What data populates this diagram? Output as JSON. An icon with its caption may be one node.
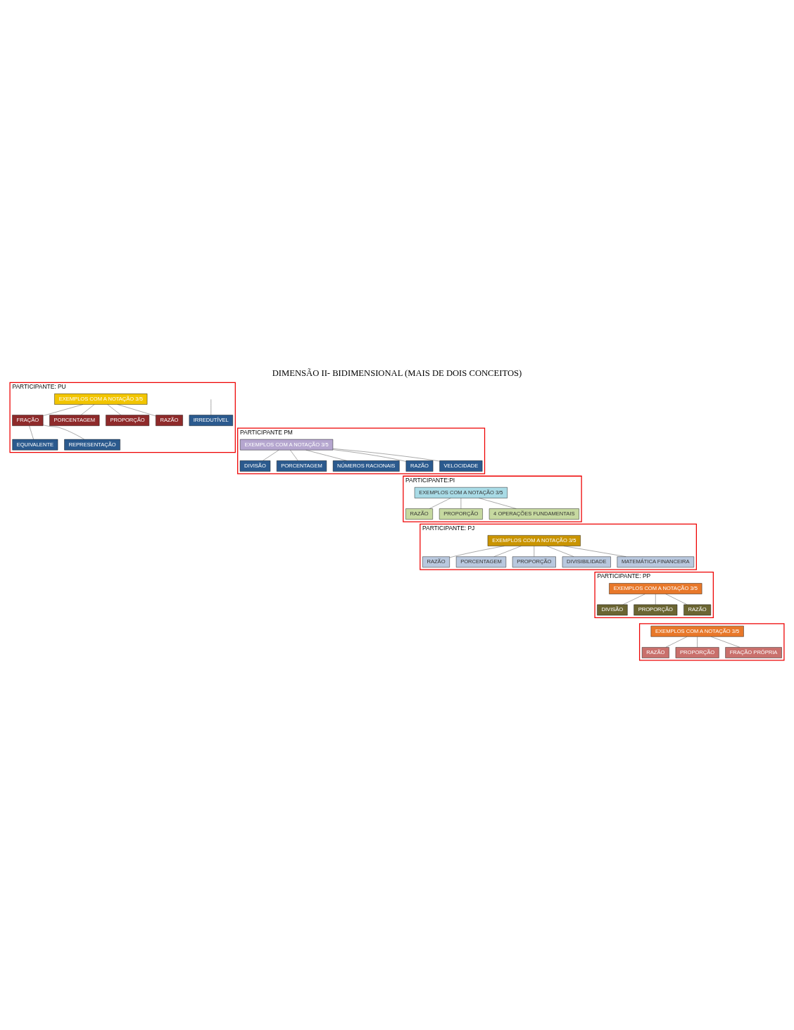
{
  "diagram": {
    "title": "DIMENSÃO II- BIDIMENSIONAL (MAIS DE DOIS CONCEITOS)",
    "nodes": [
      {
        "text": [
          "PARTICIPANTE: PU"
        ]
      },
      {
        "text": [
          "EXEMPLOS COM A NOTAÇÃO 3/5"
        ],
        "in": 0
      },
      {
        "text": [
          "RAZÃO"
        ],
        "in": 0
      },
      {
        "text": [
          "FRAÇÃO"
        ],
        "in": 0
      },
      {
        "text": [
          "PORCENTAGEM"
        ],
        "in": 0
      },
      {
        "text": [
          "PROPORÇÃO"
        ],
        "in": 0
      },
      {
        "text": [
          "EQUIVALENTE"
        ],
        "in": 0
      },
      {
        "text": [
          "REPRESENTAÇÃO"
        ],
        "in": 0
      },
      {
        "text": [
          "IRREDUTÍVEL"
        ],
        "in": 0
      },
      {
        "text": [
          "PARTICIPANTE PM"
        ]
      },
      {
        "text": [
          "EXEMPLOS COM A NOTAÇÃO 3/5"
        ],
        "in": 9
      },
      {
        "text": [
          "DIVISÃO"
        ],
        "in": 9
      },
      {
        "text": [
          "PORCENTAGEM"
        ],
        "in": 9
      },
      {
        "text": [
          "NÚMEROS RACIONAIS"
        ],
        "in": 9
      },
      {
        "text": [
          "RAZÃO"
        ],
        "in": 9
      },
      {
        "text": [
          "VELOCIDADE"
        ],
        "in": 9
      },
      {
        "text": [
          "PARTICIPANTE:PI"
        ]
      },
      {
        "text": [
          "EXEMPLOS COM A NOTAÇÃO 3/5"
        ],
        "in": 16
      },
      {
        "text": [
          "RAZÃO"
        ],
        "in": 16
      },
      {
        "text": [
          "PROPORÇÃO"
        ],
        "in": 16
      },
      {
        "text": [
          "4 OPERAÇÕES FUNDAMENTAIS"
        ],
        "in": 16
      },
      {
        "text": [
          "PARTICIPANTE: PJ"
        ]
      },
      {
        "text": [
          "EXEMPLOS COM A NOTAÇÃO 3/5"
        ],
        "in": 21
      },
      {
        "text": [
          "RAZÃO"
        ],
        "in": 21
      },
      {
        "text": [
          "PORCENTAGEM"
        ],
        "in": 21
      },
      {
        "text": [
          "PROPORÇÃO"
        ],
        "in": 21
      },
      {
        "text": [
          "DIVISIBILIDADE"
        ],
        "in": 21
      },
      {
        "text": [
          "MATEMÁTICA FINANCEIRA"
        ],
        "in": 21
      },
      {
        "text": [
          "PARTICIPANTE: PP"
        ]
      },
      {
        "text": [
          "EXEMPLOS COM A NOTAÇÃO 3/5"
        ],
        "in": 28
      },
      {
        "text": [
          "DIVISÃO"
        ],
        "in": 28
      },
      {
        "text": [
          "PROPORÇÃO"
        ],
        "in": 28
      },
      {
        "text": [
          "RAZÃO"
        ],
        "in": 28
      },
      {
        "text": [],
        "shape": "box"
      },
      {
        "text": [
          "EXEMPLOS COM A NOTAÇÃO 3/5"
        ],
        "in": 33
      },
      {
        "text": [
          "RAZÃO"
        ],
        "in": 33
      },
      {
        "text": [
          "PROPORÇÃO"
        ],
        "in": 33
      },
      {
        "text": [
          "FRAÇÃO PRÓPRIA"
        ],
        "in": 33
      }
    ],
    "edges": [
      {
        "from": 1,
        "to": 2,
        "arrow": "none"
      },
      {
        "from": 1,
        "to": 3,
        "arrow": "none"
      },
      {
        "from": 1,
        "to": 4,
        "arrow": "none"
      },
      {
        "from": 1,
        "to": 5,
        "arrow": "none"
      },
      {
        "from": 3,
        "to": 6,
        "arrow": "none"
      },
      {
        "from": 3,
        "to": 7,
        "arrow": "none"
      },
      {
        "from": null,
        "to": 8,
        "arrow": "none"
      },
      {
        "from": 10,
        "to": 11,
        "arrow": "none"
      },
      {
        "from": 10,
        "to": 12,
        "arrow": "none"
      },
      {
        "from": 10,
        "to": 13,
        "arrow": "none"
      },
      {
        "from": 10,
        "to": 14,
        "arrow": "none"
      },
      {
        "from": 10,
        "to": 15,
        "arrow": "none"
      },
      {
        "from": 17,
        "to": 18,
        "arrow": "none"
      },
      {
        "from": 17,
        "to": 19,
        "arrow": "none"
      },
      {
        "from": 17,
        "to": 20,
        "arrow": "none"
      },
      {
        "from": 22,
        "to": 23,
        "arrow": "none"
      },
      {
        "from": 22,
        "to": 24,
        "arrow": "none"
      },
      {
        "from": 22,
        "to": 25,
        "arrow": "none"
      },
      {
        "from": 22,
        "to": 26,
        "arrow": "none"
      },
      {
        "from": 22,
        "to": 27,
        "arrow": "none"
      },
      {
        "from": 29,
        "to": 30,
        "arrow": "none"
      },
      {
        "from": 29,
        "to": 31,
        "arrow": "none"
      },
      {
        "from": 29,
        "to": 32,
        "arrow": "none"
      },
      {
        "from": 34,
        "to": 35,
        "arrow": "none"
      },
      {
        "from": 34,
        "to": 36,
        "arrow": "none"
      },
      {
        "from": 34,
        "to": 37,
        "arrow": "none"
      }
    ]
  }
}
